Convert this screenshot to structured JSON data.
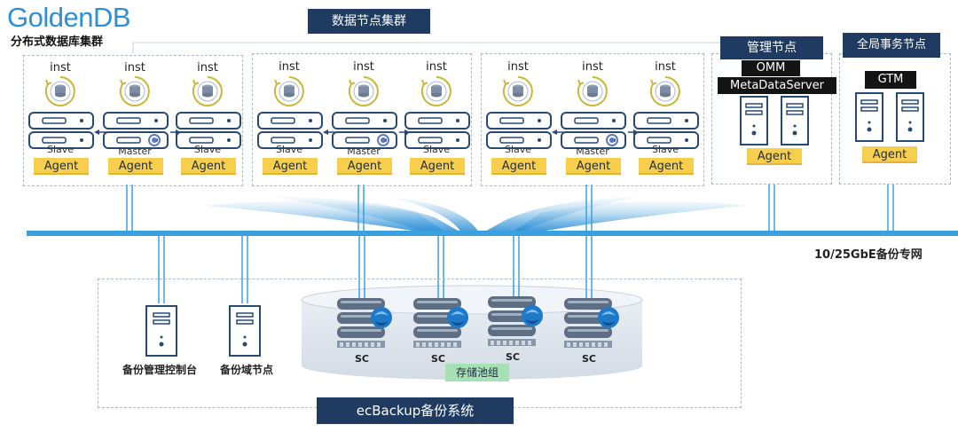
{
  "logo": {
    "brand": "GoldenDB",
    "subtitle": "分布式数据库集群"
  },
  "headers": {
    "data_cluster": "数据节点集群",
    "management": "管理节点",
    "global_tx": "全局事务节点"
  },
  "labels": {
    "inst": "inst",
    "slave": "Slave",
    "master": "Master",
    "agent": "Agent",
    "omm": "OMM",
    "metadata_server": "MetaDataServer",
    "gtm": "GTM",
    "network": "10/25GbE备份专网",
    "backup_console": "备份管理控制台",
    "backup_domain_node": "备份域节点",
    "sc": "SC",
    "storage_pool": "存储池组",
    "system": "ecBackup备份系统"
  },
  "colors": {
    "navy": "#1f3b62",
    "network_blue": "#3aa0df",
    "agent_yellow": "#f7cf4d",
    "storage_green": "#a8e0b5",
    "dashed_border": "#aab9cc",
    "logo_blue": "#2f8fd6"
  }
}
